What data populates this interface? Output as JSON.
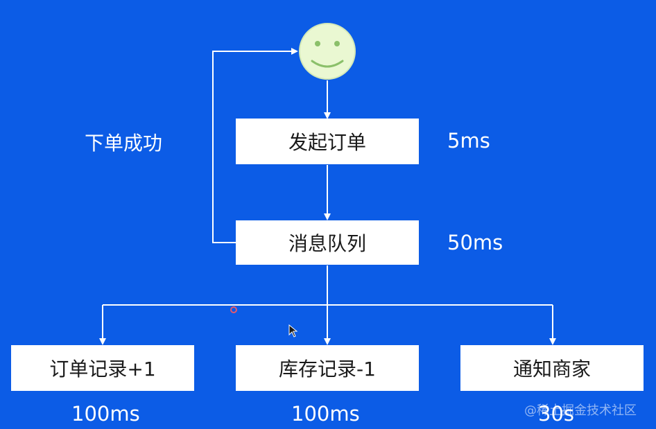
{
  "diagram": {
    "start_node": {
      "icon": "smiley-face-icon"
    },
    "nodes": {
      "order": "发起订单",
      "queue": "消息队列",
      "record_order": "订单记录+1",
      "record_stock": "库存记录-1",
      "notify_merchant": "通知商家"
    },
    "timings": {
      "order": "5ms",
      "queue": "50ms",
      "record_order": "100ms",
      "record_stock": "100ms",
      "notify_merchant": "30s"
    },
    "feedback_label": "下单成功"
  },
  "watermark": "@稀土掘金技术社区",
  "colors": {
    "background": "#0c5ce6",
    "box": "#ffffff",
    "line": "#ffffff",
    "smiley_fill": "#eaf8d2",
    "smiley_feature": "#8bc06a"
  }
}
